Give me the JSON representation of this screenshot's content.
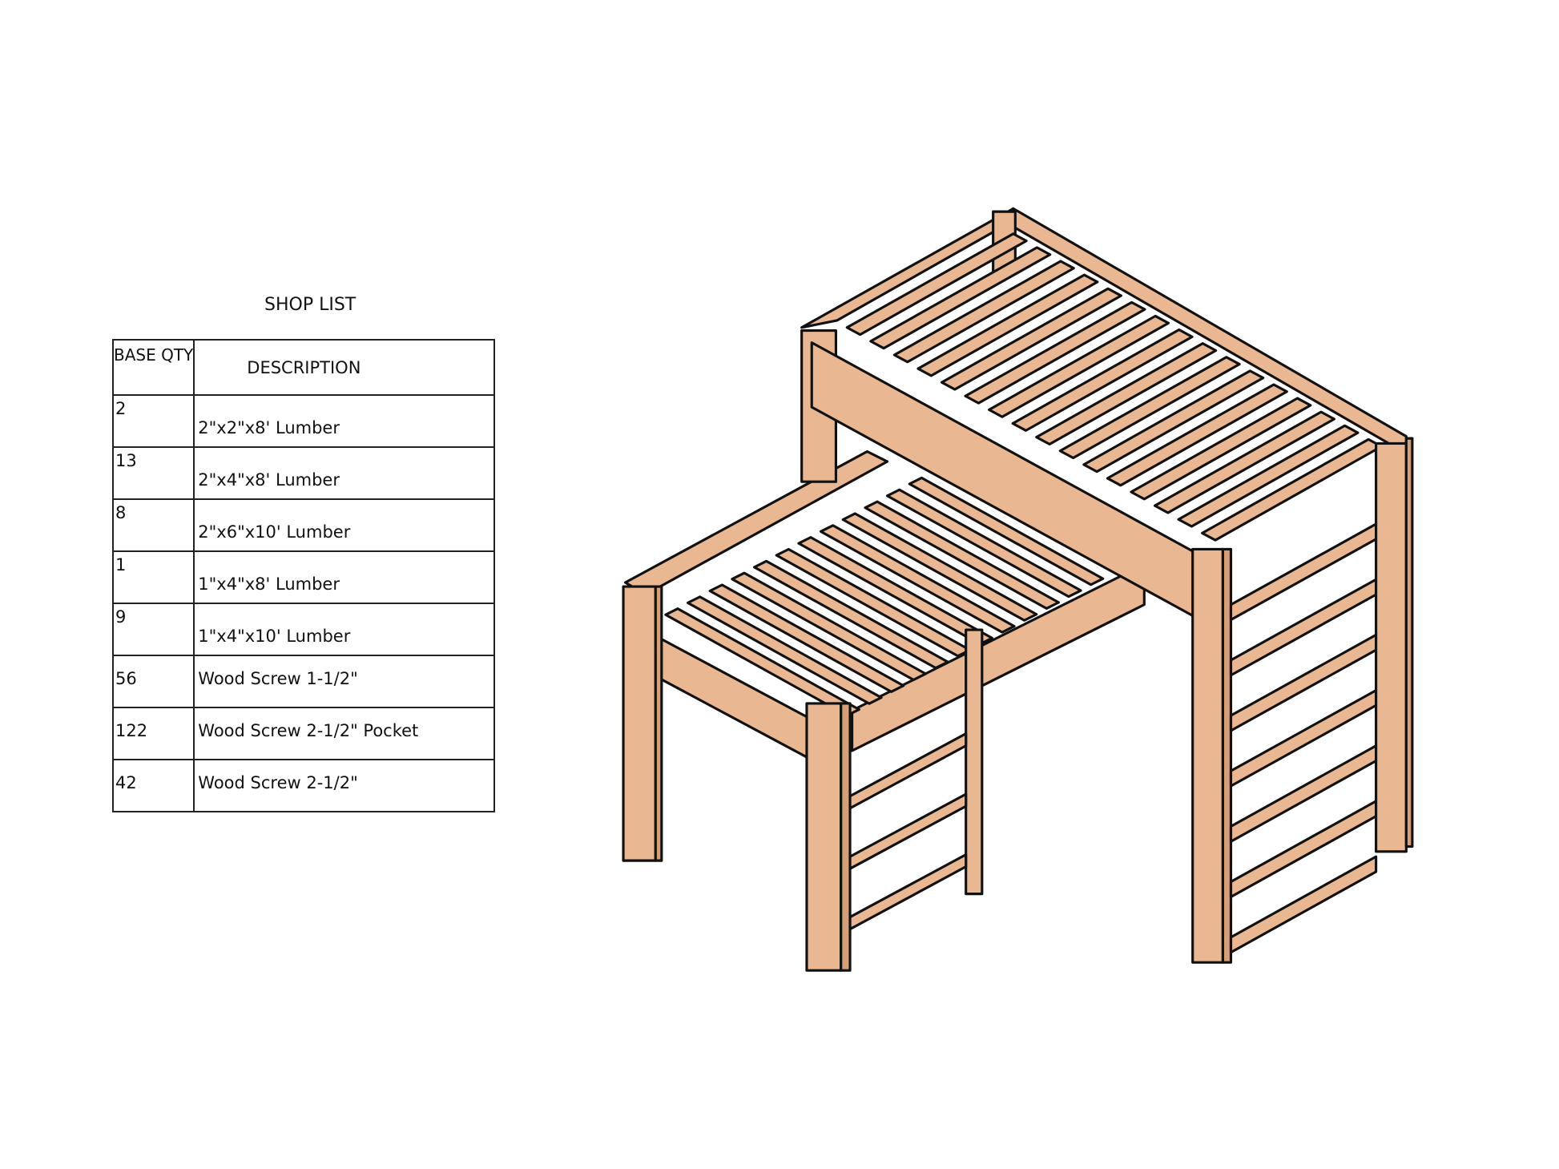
{
  "shop_list": {
    "title": "SHOP LIST",
    "headers": {
      "qty": "BASE QTY",
      "description": "DESCRIPTION"
    },
    "rows": [
      {
        "qty": "2",
        "description": "2\"x2\"x8' Lumber"
      },
      {
        "qty": "13",
        "description": "2\"x4\"x8' Lumber"
      },
      {
        "qty": "8",
        "description": "2\"x6\"x10' Lumber"
      },
      {
        "qty": "1",
        "description": "1\"x4\"x8' Lumber"
      },
      {
        "qty": "9",
        "description": "1\"x4\"x10' Lumber"
      },
      {
        "qty": "56",
        "description": "Wood Screw 1-1/2\""
      },
      {
        "qty": "122",
        "description": "Wood Screw 2-1/2\" Pocket"
      },
      {
        "qty": "42",
        "description": "Wood Screw 2-1/2\""
      }
    ]
  },
  "colors": {
    "wood": "#e9b792",
    "outline": "#111111"
  }
}
